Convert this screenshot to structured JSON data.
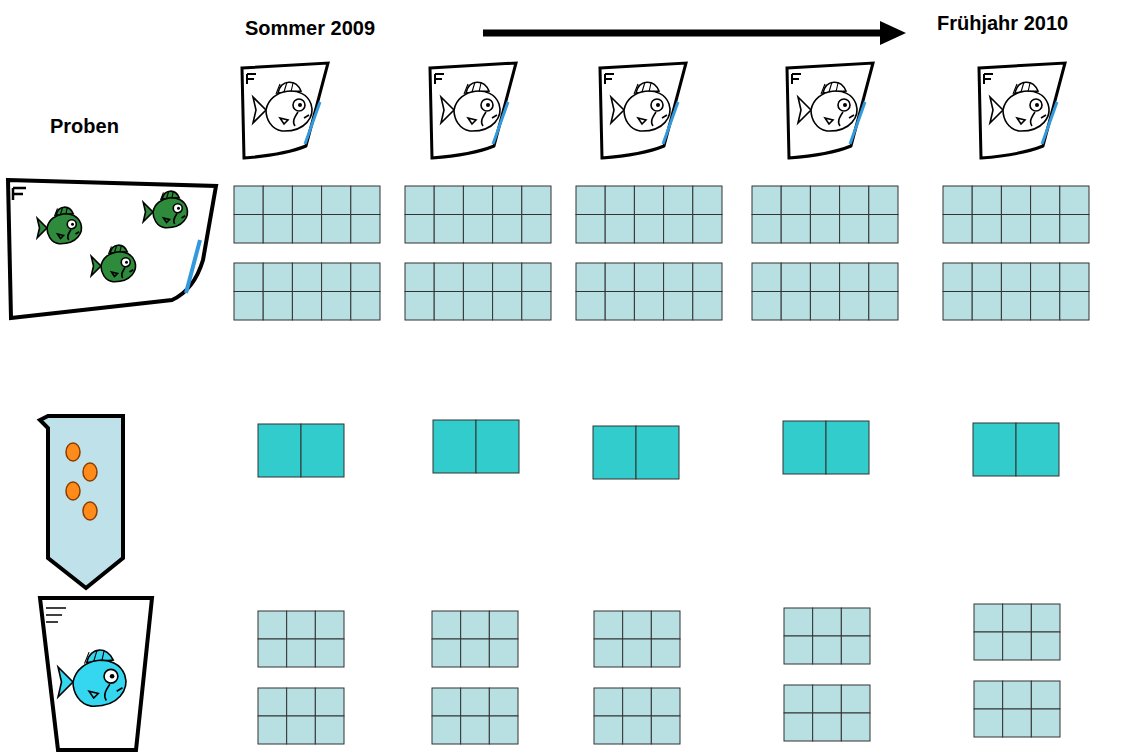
{
  "diagram": {
    "labels": [
      "Sommer 2009",
      "Frühjahr 2010",
      "Proben"
    ]
  }
}
